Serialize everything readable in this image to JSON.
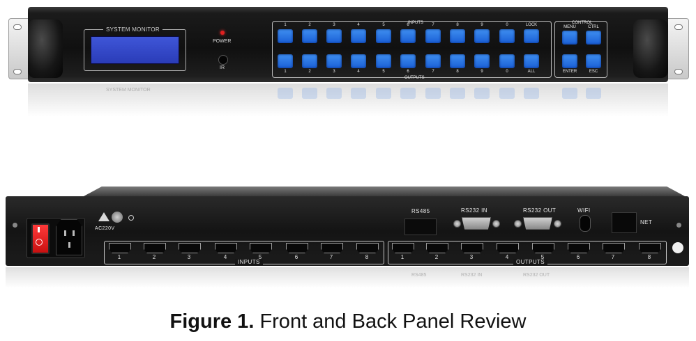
{
  "front_panel": {
    "monitor_title": "SYSTEM MONITOR",
    "power_label": "POWER",
    "ir_label": "IR",
    "inputs_group_label": "INPUTS",
    "outputs_group_label": "OUTPUTS",
    "control_group_label": "CONTROL",
    "input_keys": [
      "1",
      "2",
      "3",
      "4",
      "5",
      "6",
      "7",
      "8",
      "9",
      "0",
      "LOCK"
    ],
    "output_keys": [
      "1",
      "2",
      "3",
      "4",
      "5",
      "6",
      "7",
      "8",
      "9",
      "0",
      "ALL"
    ],
    "control_top": [
      "MENU",
      "CTRL"
    ],
    "control_bottom": [
      "ENTER",
      "ESC"
    ],
    "lcd_color": "#3447cc",
    "key_color": "#2f7fe8",
    "power_led_color": "#e02020"
  },
  "back_panel": {
    "power_label": "AC220V",
    "rs485_label": "RS485",
    "rs232_in_label": "RS232  IN",
    "rs232_out_label": "RS232  OUT",
    "wifi_label": "WIFI",
    "net_label": "NET",
    "inputs_label": "INPUTS",
    "outputs_label": "OUTPUTS",
    "input_ports": [
      "1",
      "2",
      "3",
      "4",
      "5",
      "6",
      "7",
      "8"
    ],
    "output_ports": [
      "1",
      "2",
      "3",
      "4",
      "5",
      "6",
      "7",
      "8"
    ],
    "rocker_color": "#e82020"
  },
  "caption": {
    "figure": "Figure 1.",
    "text": "Front and Back Panel Review"
  }
}
